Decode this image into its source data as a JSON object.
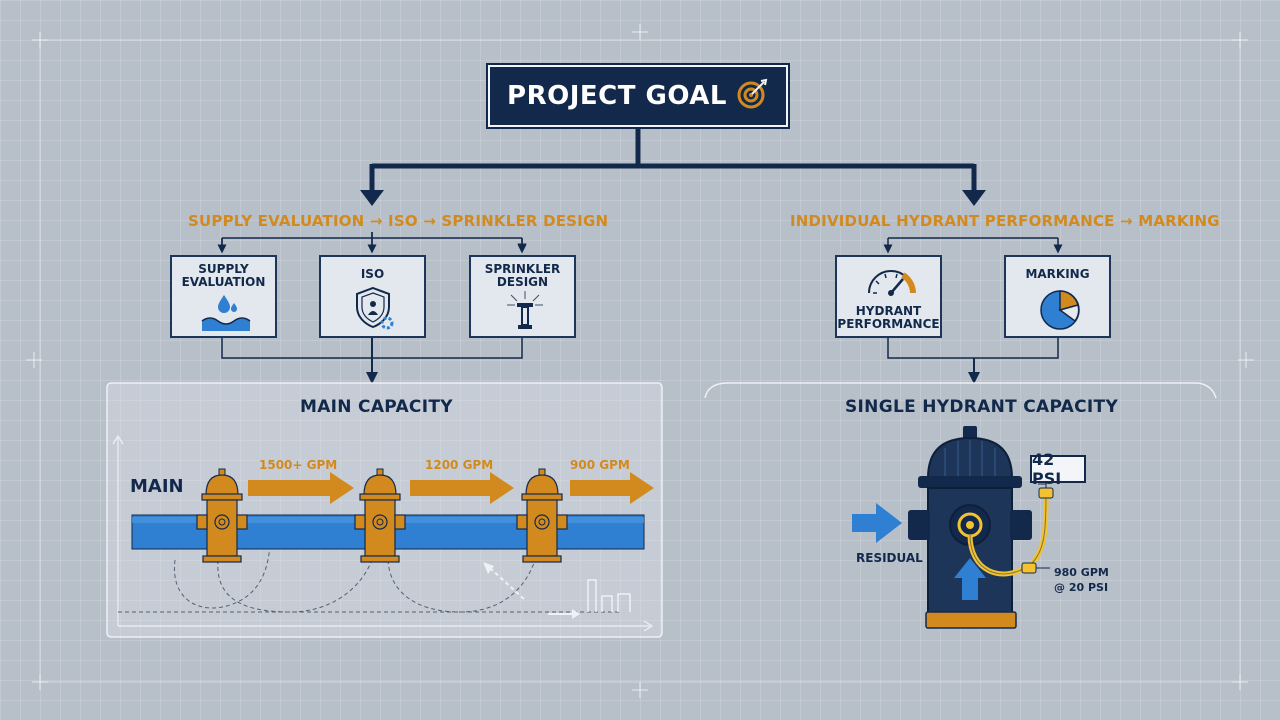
{
  "goal": {
    "title": "PROJECT GOAL",
    "icon": "target-icon"
  },
  "left_branch": {
    "title": "SUPPLY EVALUATION → ISO → SPRINKLER DESIGN",
    "cards": [
      {
        "label": "SUPPLY\nEVALUATION",
        "icon": "water-drop-icon"
      },
      {
        "label": "ISO",
        "icon": "shield-icon"
      },
      {
        "label": "SPRINKLER\nDESIGN",
        "icon": "sprinkler-icon"
      }
    ]
  },
  "right_branch": {
    "title": "INDIVIDUAL HYDRANT PERFORMANCE → MARKING",
    "cards": [
      {
        "label": "HYDRANT\nPERFORMANCE",
        "icon": "gauge-icon"
      },
      {
        "label": "MARKING",
        "icon": "pie-chart-icon"
      }
    ]
  },
  "main_capacity": {
    "title": "MAIN CAPACITY",
    "main_label": "MAIN",
    "flows": [
      "1500+ GPM",
      "1200 GPM",
      "900 GPM"
    ]
  },
  "single_capacity": {
    "title": "SINGLE HYDRANT CAPACITY",
    "psi_label": "42 PSI",
    "residual_label": "RESIDUAL",
    "flow_line1": "980 GPM",
    "flow_line2": "@ 20 PSI"
  },
  "colors": {
    "navy": "#13294b",
    "orange": "#d28a1e",
    "blue": "#2f7fd3",
    "yellow": "#f2c230",
    "background": "#b7bfc9"
  }
}
